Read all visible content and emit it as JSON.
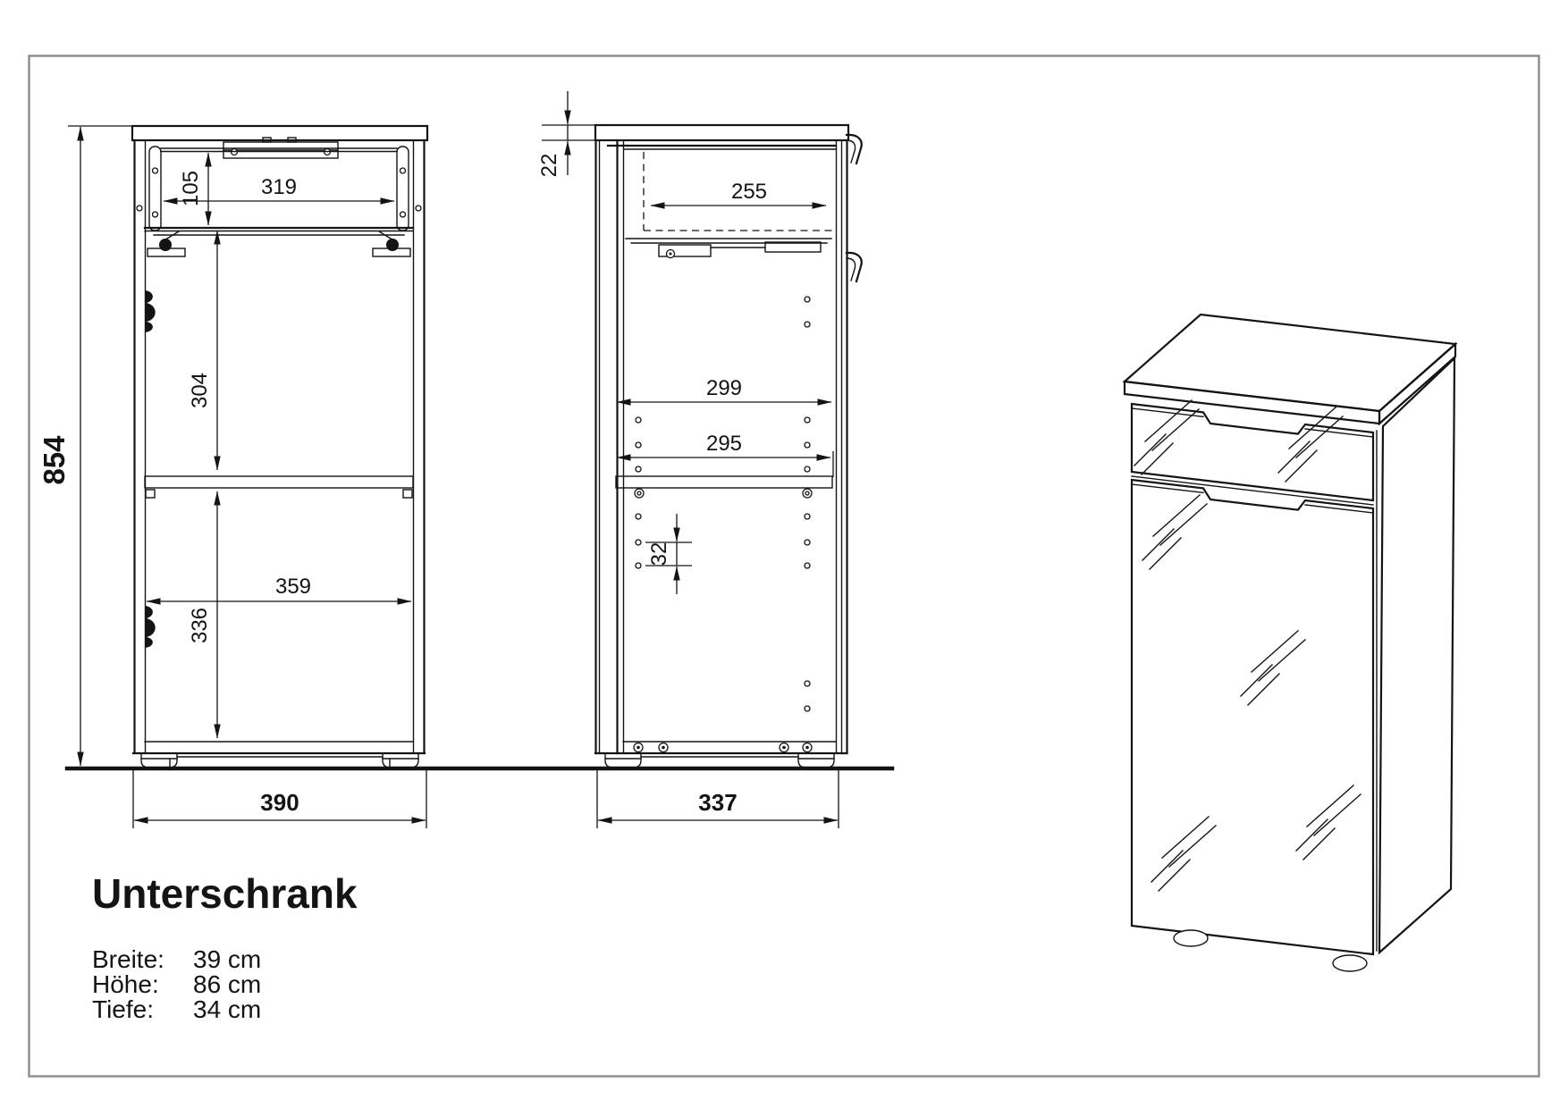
{
  "drawing": {
    "title": "Unterschrank",
    "specs": [
      {
        "label": "Breite:",
        "value": "39 cm"
      },
      {
        "label": "Höhe:",
        "value": "86 cm"
      },
      {
        "label": "Tiefe:",
        "value": "34 cm"
      }
    ],
    "front_view": {
      "total_height": "854",
      "drawer_opening_height": "105",
      "drawer_opening_width": "319",
      "upper_section_height": "304",
      "interior_width": "359",
      "lower_section_height": "336",
      "total_width": "390"
    },
    "side_view": {
      "top_thickness": "22",
      "drawer_depth": "255",
      "interior_depth": "299",
      "shelf_depth": "295",
      "hole_pitch": "32",
      "total_depth": "337"
    }
  }
}
